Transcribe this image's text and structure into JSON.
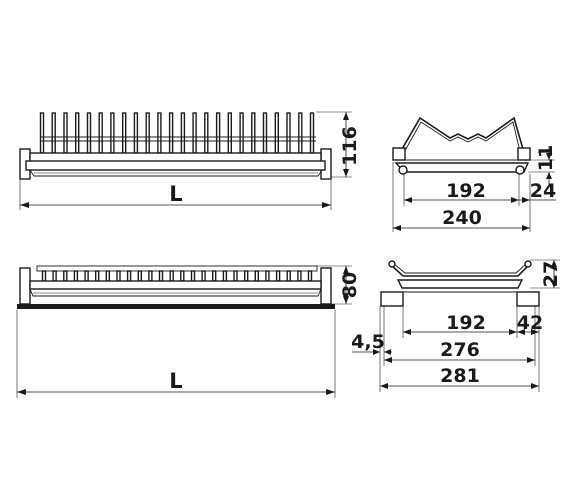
{
  "top_rack": {
    "front": {
      "length_label": "L",
      "height_label": "116"
    },
    "side": {
      "top_label": "11",
      "width_label": "192",
      "offset_label": "24",
      "total_label": "240"
    }
  },
  "bottom_rack": {
    "front": {
      "length_label": "L",
      "height_label": "80"
    },
    "side": {
      "height_label": "27",
      "width_label": "192",
      "offset_label": "42",
      "small_label": "4,5",
      "inner_label": "276",
      "total_label": "281"
    }
  }
}
